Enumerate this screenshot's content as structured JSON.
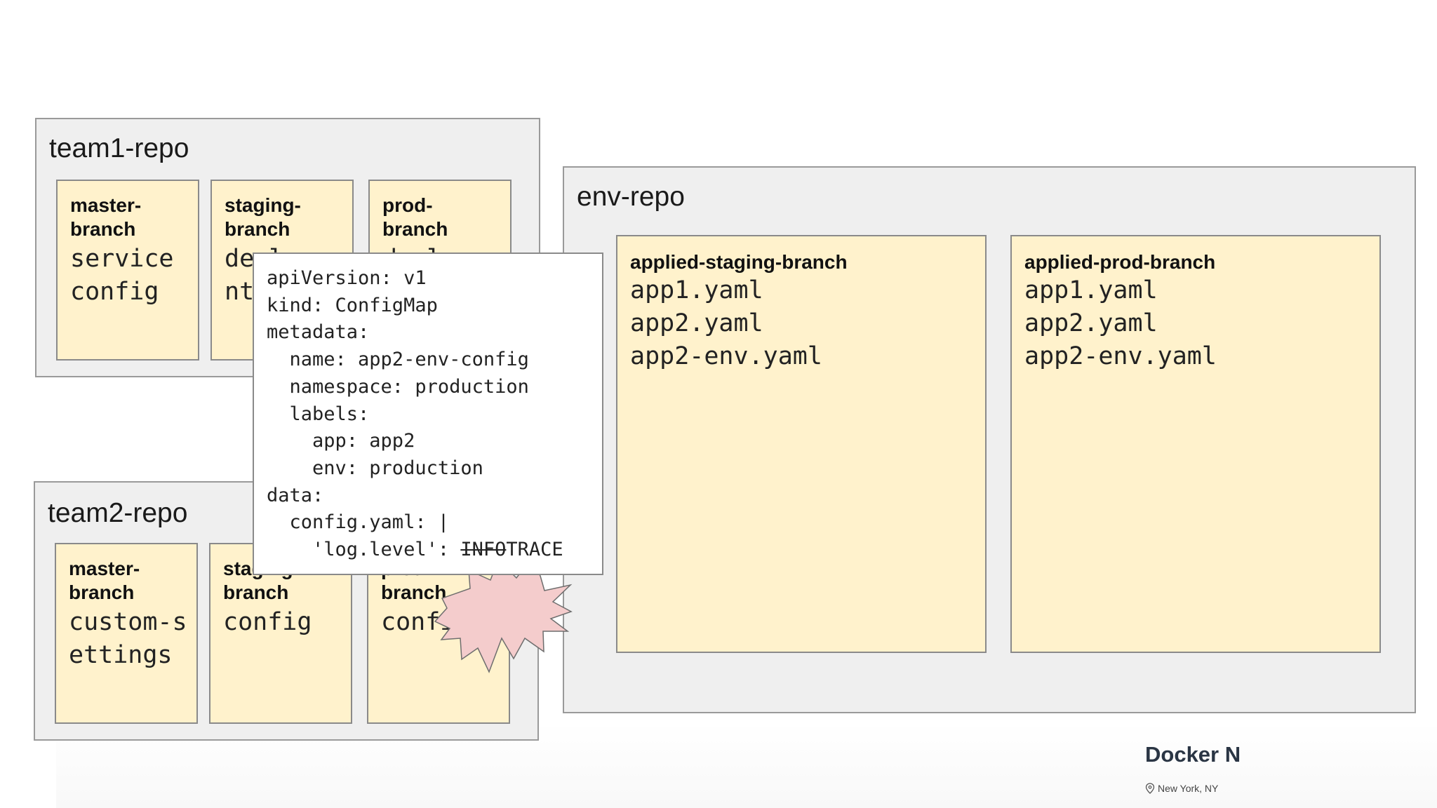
{
  "team1_repo": {
    "title": "team1-repo",
    "branches": [
      {
        "title_l1": "master-",
        "title_l2": "branch",
        "body": "service\nconfig"
      },
      {
        "title_l1": "staging-",
        "title_l2": "branch",
        "body": "deplo\nnt"
      },
      {
        "title_l1": "prod-",
        "title_l2": "branch",
        "body": "deplo"
      }
    ]
  },
  "team2_repo": {
    "title": "team2-repo",
    "branches": [
      {
        "title_l1": "master-",
        "title_l2": "branch",
        "body": "custom-s\nettings"
      },
      {
        "title_l1": "staging-",
        "title_l2": "branch",
        "body": "config"
      },
      {
        "title_l1": "prod-",
        "title_l2": "branch",
        "body": "config"
      }
    ]
  },
  "env_repo": {
    "title": "env-repo",
    "branches": [
      {
        "title": "applied-staging-branch",
        "files": [
          "app1.yaml",
          "app2.yaml",
          "app2-env.yaml"
        ]
      },
      {
        "title": "applied-prod-branch",
        "files": [
          "app1.yaml",
          "app2.yaml",
          "app2-env.yaml"
        ]
      }
    ]
  },
  "popup": {
    "lines": [
      "apiVersion: v1",
      "kind: ConfigMap",
      "metadata:",
      "  name: app2-env-config",
      "  namespace: production",
      "  labels:",
      "    app: app2",
      "    env: production",
      "data:",
      "  config.yaml: |"
    ],
    "last_line_prefix": "    'log.level': ",
    "struck_value": "INFO",
    "new_value": "TRACE"
  },
  "colors": {
    "repo_bg": "#efefef",
    "branch_bg": "#fff2cc",
    "starburst": "#f4cccc"
  },
  "footer": {
    "brand": "Docker N",
    "location": "New York, NY"
  }
}
